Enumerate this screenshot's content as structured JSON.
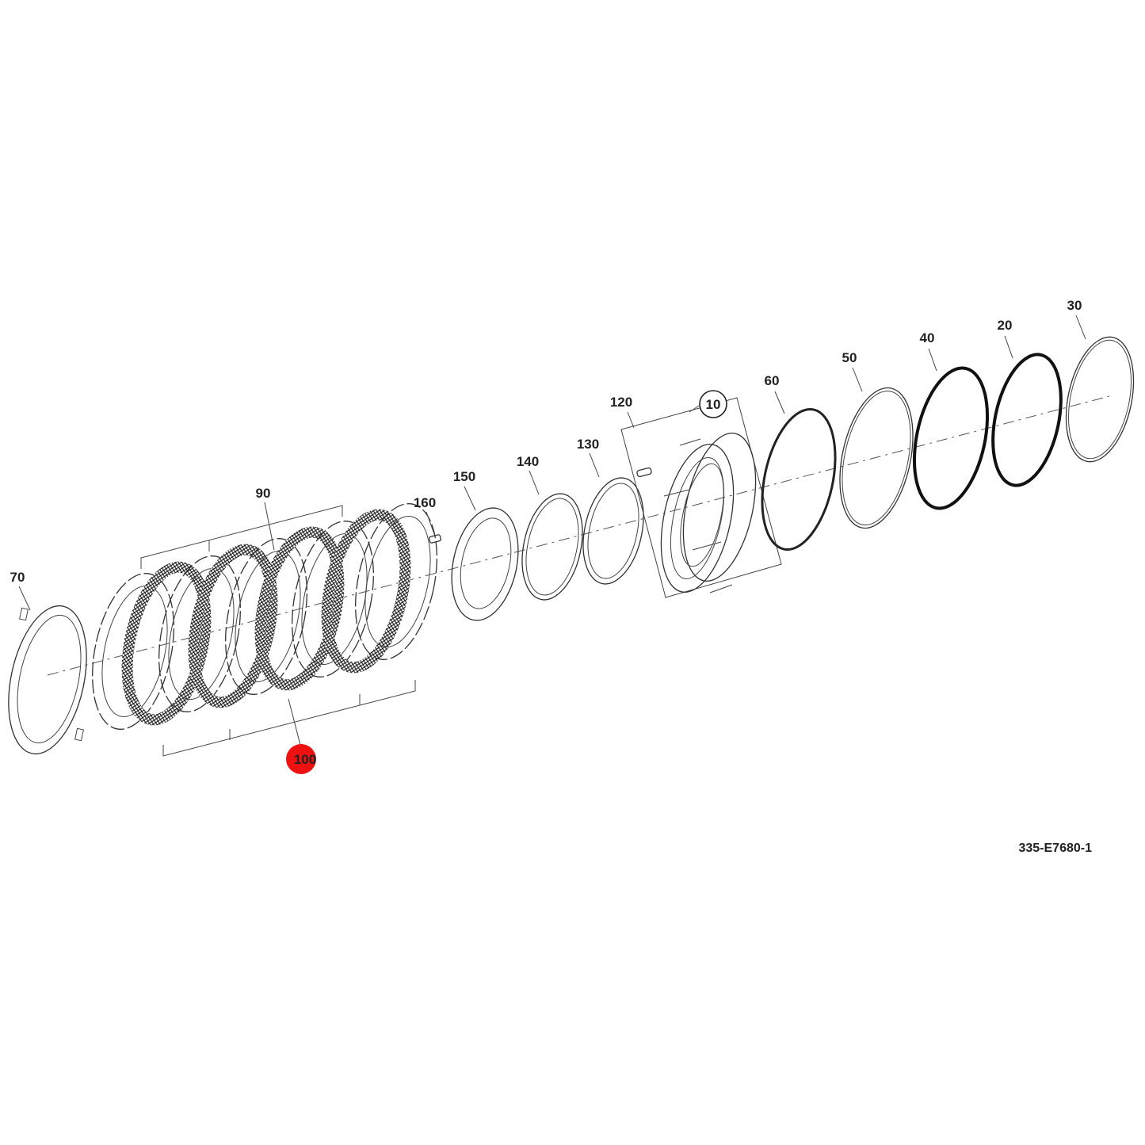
{
  "diagram": {
    "drawing_code": "335-E7680-1",
    "highlight_color": "#ee1111",
    "callouts": [
      {
        "id": "c70",
        "label": "70"
      },
      {
        "id": "c90",
        "label": "90"
      },
      {
        "id": "c100",
        "label": "100",
        "highlighted": true
      },
      {
        "id": "c160",
        "label": "160"
      },
      {
        "id": "c150",
        "label": "150"
      },
      {
        "id": "c140",
        "label": "140"
      },
      {
        "id": "c130",
        "label": "130"
      },
      {
        "id": "c120",
        "label": "120"
      },
      {
        "id": "c10",
        "label": "10",
        "circled": true
      },
      {
        "id": "c60",
        "label": "60"
      },
      {
        "id": "c50",
        "label": "50"
      },
      {
        "id": "c40",
        "label": "40"
      },
      {
        "id": "c20",
        "label": "20"
      },
      {
        "id": "c30",
        "label": "30"
      }
    ]
  }
}
